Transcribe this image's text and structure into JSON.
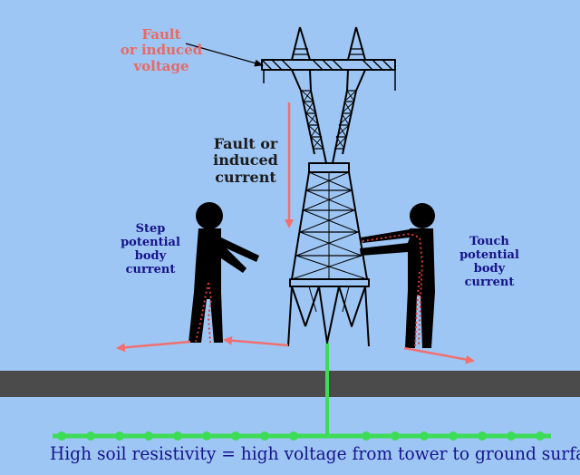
{
  "labels": {
    "fault_voltage": "Fault\nor induced\nvoltage",
    "fault_current": "Fault or\ninduced\ncurrent",
    "step_potential": "Step\npotential\nbody\ncurrent",
    "touch_potential": "Touch\npotential\nbody\ncurrent",
    "caption": "High soil resistivity = high voltage from tower to ground surface"
  },
  "colors": {
    "sky": "#9ec6f4",
    "ground_band": "#4b4b4b",
    "arrow_red": "#f07070",
    "ground_green": "#3ddc56",
    "label_red": "#e66a66",
    "label_navy": "#15128a",
    "figure": "#000000"
  },
  "icons": [
    "transmission-tower",
    "person-step-potential",
    "person-touch-potential",
    "grounding-electrode"
  ]
}
